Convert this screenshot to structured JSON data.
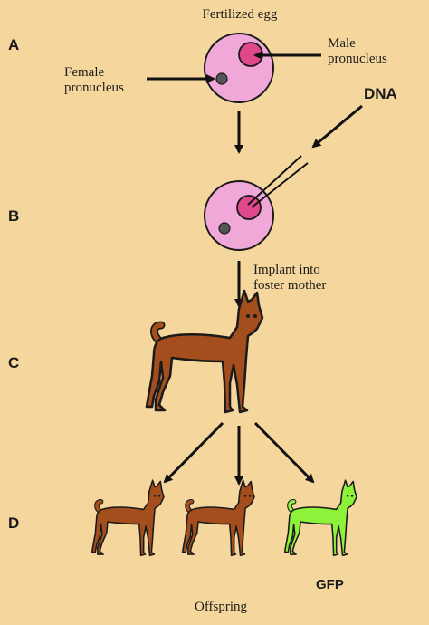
{
  "title": "Fertilized egg",
  "steps": {
    "a": "A",
    "b": "B",
    "c": "C",
    "d": "D"
  },
  "labels": {
    "male_line1": "Male",
    "male_line2": "pronucleus",
    "female_line1": "Female",
    "female_line2": "pronucleus",
    "dna": "DNA",
    "implant_line1": "Implant into",
    "implant_line2": "foster mother",
    "gfp": "GFP",
    "offspring": "Offspring"
  },
  "colors": {
    "background": "#f5d79e",
    "egg": "#f0a8d8",
    "male_pronucleus": "#e0488c",
    "female_pronucleus": "#555555",
    "dog_brown": "#a34e1c",
    "dog_gfp": "#8ff23a"
  }
}
